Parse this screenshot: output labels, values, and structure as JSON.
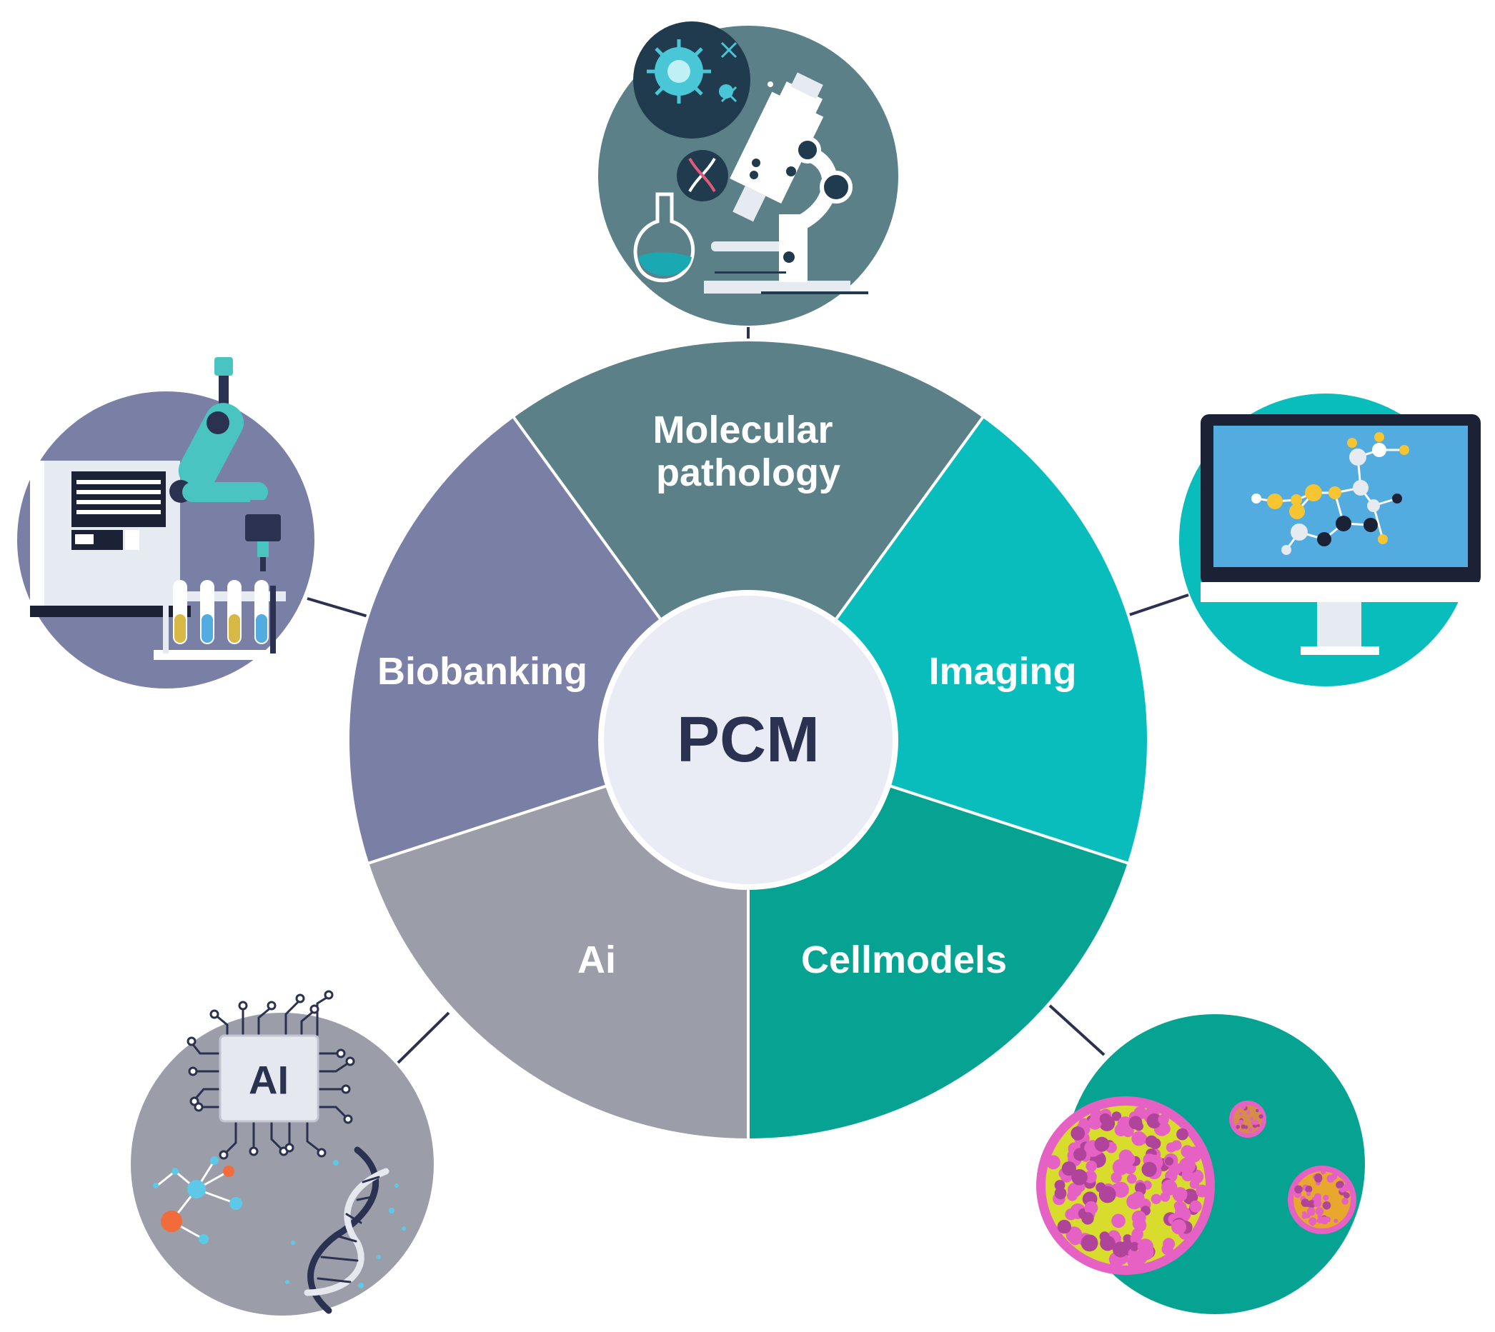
{
  "center": {
    "label": "PCM"
  },
  "segments": [
    {
      "id": "molecular-pathology",
      "lines": [
        "Molecular",
        "pathology"
      ],
      "color": "#5b8087"
    },
    {
      "id": "imaging",
      "lines": [
        "Imaging"
      ],
      "color": "#0abdbd"
    },
    {
      "id": "cellmodels",
      "lines": [
        "Cellmodels"
      ],
      "color": "#06a393"
    },
    {
      "id": "ai",
      "lines": [
        "Ai"
      ],
      "color": "#9b9da9"
    },
    {
      "id": "biobanking",
      "lines": [
        "Biobanking"
      ],
      "color": "#7a7fa5"
    }
  ],
  "icons": {
    "ai_chip_text": "AI"
  },
  "colors": {
    "center_fill": "#e9ecf5",
    "center_text": "#2b3150",
    "connector": "#2b3150",
    "segment_text": "#ffffff"
  }
}
